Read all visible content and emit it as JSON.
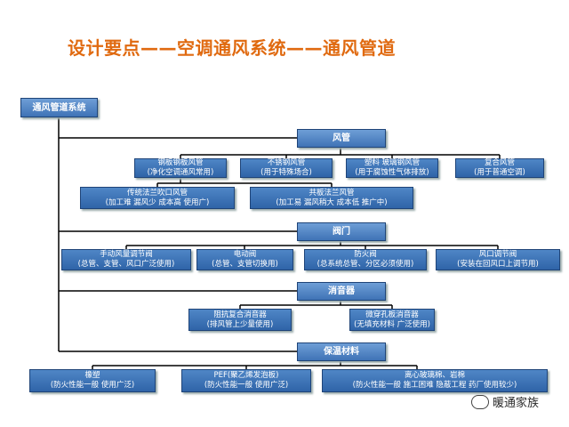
{
  "title": "设计要点——空调通风系统——通风管道",
  "root": "通风管道系统",
  "sections": [
    {
      "name": "风管",
      "items": [
        {
          "line1": "钢板钢板风管",
          "line2": "(净化空调通风常用)"
        },
        {
          "line1": "不锈钢风管",
          "line2": "(用于特殊场合)"
        },
        {
          "line1": "塑料  玻璃钢风管",
          "line2": "(用于腐蚀性气体排放)"
        },
        {
          "line1": "复合风管",
          "line2": "(用于普通空调)"
        },
        {
          "line1": "传统法兰吹口风管",
          "line2": "(加工难  漏风少  成本高  使用广)"
        },
        {
          "line1": "共板法兰风管",
          "line2": "(加工易  漏风稍大  成本低  推广中)"
        }
      ]
    },
    {
      "name": "阀门",
      "items": [
        {
          "line1": "手动风量调节阀",
          "line2": "(总管、支管、风口广泛使用)"
        },
        {
          "line1": "电动阀",
          "line2": "(总管、支管切换用)"
        },
        {
          "line1": "防火阀",
          "line2": "(总系统总管、分区必须使用)"
        },
        {
          "line1": "风口调节阀",
          "line2": "(安装在回风口上调节用)"
        }
      ]
    },
    {
      "name": "消音器",
      "items": [
        {
          "line1": "阻抗复合消音器",
          "line2": "(排风管上少量使用)"
        },
        {
          "line1": "微穿孔板消音器",
          "line2": "(无填充材料  广泛使用)"
        }
      ]
    },
    {
      "name": "保温材料",
      "items": [
        {
          "line1": "橡塑",
          "line2": "(防火性能一般  使用广泛)"
        },
        {
          "line1": "PEF(聚乙烯发泡板)",
          "line2": "(防火性能一般  使用广泛)"
        },
        {
          "line1": "离心玻璃棉、岩棉",
          "line2": "(防火性能一般  施工困难  隐蔽工程    药厂使用较少)"
        }
      ]
    }
  ],
  "watermark": "暖通家族"
}
